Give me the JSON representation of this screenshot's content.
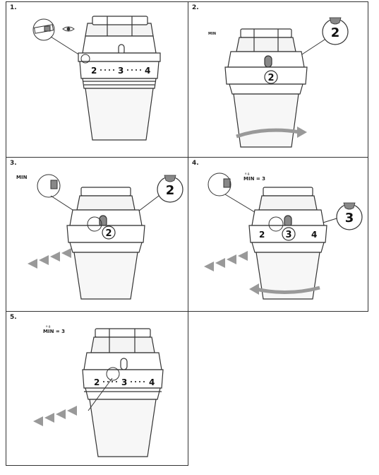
{
  "steps": [
    {
      "number": "1."
    },
    {
      "number": "2.",
      "min_label": "MIN",
      "callout_value": "2",
      "setting_value": "2"
    },
    {
      "number": "3.",
      "min_label": "MIN",
      "callout_value": "2",
      "setting_value": "2"
    },
    {
      "number": "4.",
      "eg_label": "e.g.",
      "min_label": "MIN = 3",
      "callout_value": "3",
      "setting_value": "3"
    },
    {
      "number": "5.",
      "eg_label": "e.g.",
      "min_label": "MIN = 3"
    }
  ],
  "scale": {
    "low": "2",
    "mid": "3",
    "high": "4"
  }
}
